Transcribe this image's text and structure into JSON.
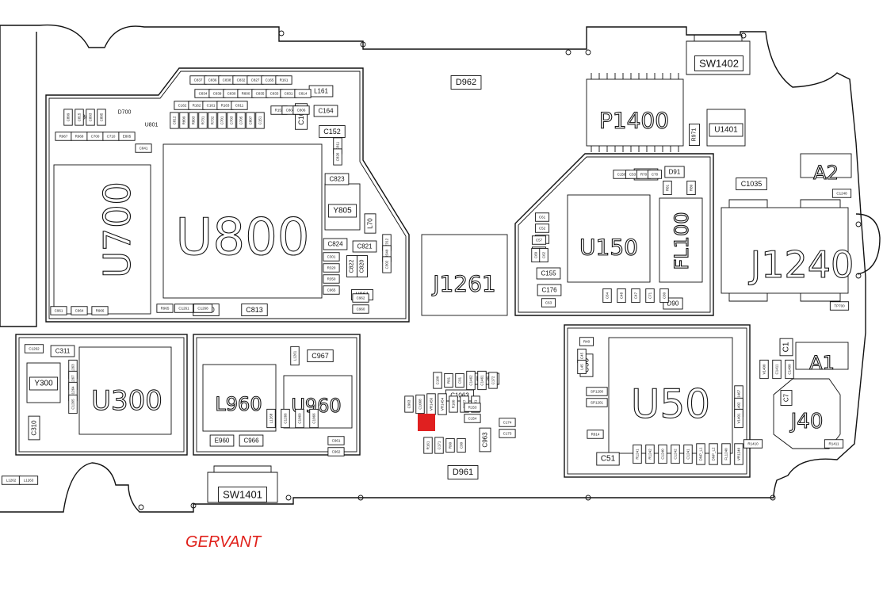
{
  "brand": "GERVANT",
  "accent_color": "#e02020",
  "major": {
    "U800": "U800",
    "U700": "U700",
    "U300": "U300",
    "U150": "U150",
    "U50": "U50",
    "J1240": "J1240",
    "J1261": "J1261",
    "P1400": "P1400",
    "L960": "L960",
    "U960": "U960",
    "A2": "A2",
    "A1": "A1",
    "J40": "J40",
    "FL100": "FL100"
  },
  "medium": {
    "SW1402": "SW1402",
    "SW1401": "SW1401",
    "D962": "D962",
    "D961": "D961",
    "U1401": "U1401",
    "Y805": "Y805",
    "Y300": "Y300",
    "U804": "U804",
    "U801": "U801",
    "C1035": "C1035",
    "C152": "C152",
    "C163": "C163",
    "C823": "C823",
    "C50": "C50",
    "C51": "C51",
    "C967": "C967",
    "C311": "C311",
    "C310": "C310",
    "C810": "C810",
    "C813": "C813",
    "C824": "C824",
    "C821": "C821",
    "C155": "C155",
    "C176": "C176",
    "C170": "C170",
    "D91": "D91",
    "D90": "D90",
    "C1063": "C1063",
    "L1260": "L1260",
    "C966": "C966",
    "E960": "E960",
    "C963": "C963",
    "L161": "L161",
    "C164": "C164",
    "L70": "L70",
    "U961": "U961",
    "C1": "C1",
    "C7": "C7",
    "R971": "R971",
    "C822": "C822",
    "C820": "C820",
    "D700": "D700"
  },
  "small": {
    "c_837": "C837",
    "c_836": "C836",
    "c_838": "C838",
    "c_832": "C832",
    "c_827": "C827",
    "c_165": "C165",
    "r_161": "R161",
    "c_834": "C834",
    "c_839": "C839",
    "c_830": "C830",
    "r_800": "R800",
    "c_835": "C835",
    "c_833": "C833",
    "c_831": "C831",
    "c_814": "C814",
    "c_162": "C162",
    "r_162": "R162",
    "c_161": "C161",
    "r_163": "R163",
    "c_811": "C811",
    "c_812": "C812",
    "r_809": "R809",
    "r_803": "R803",
    "r_731": "R731",
    "r_732": "R732",
    "c_701": "C701",
    "c_703": "C703",
    "c_705": "C705",
    "c_807": "C807",
    "c_151": "C151",
    "r_152": "R152",
    "c_804": "C804",
    "c_806": "C806",
    "c_809": "C809",
    "c_815": "C815",
    "c_803": "C803",
    "c_805": "C805",
    "r_967": "R967",
    "r_968": "R968",
    "c_700": "C700",
    "c_710": "C710",
    "e_805": "E805",
    "c_841": "C841",
    "c_811b": "C811",
    "c_826": "C826",
    "e_312": "E312",
    "r_340": "R340",
    "c_302": "C302",
    "c_301": "C301",
    "r_320": "R320",
    "r_350": "R350",
    "c_965": "C965",
    "c_962": "C962",
    "c_960": "C960",
    "c_961": "C961",
    "c_964": "C964",
    "r_966": "R966",
    "r_965": "R965",
    "c_1261": "C1261",
    "c_1268": "C1268",
    "c_1262": "C1262",
    "c_1263": "C1263",
    "c_1267": "C1267",
    "c_1264": "C1264",
    "c_1265": "C1265",
    "l_1262": "L1262",
    "l_1263": "L1263",
    "l_1261": "L1261",
    "l_1268": "L1268",
    "c_1266": "C1266",
    "c_1069": "C1069",
    "c_1066": "C1066",
    "c_961b": "C961",
    "c_962b": "C962",
    "c_963b": "C963",
    "c_1068": "C1068",
    "vr1456": "VR1456",
    "vr1454": "VR1454",
    "r_160": "R160",
    "c_177": "C177",
    "c_181": "C181",
    "c_180": "C180",
    "r_91": "R91",
    "c_91": "C91",
    "c_1462": "C1462",
    "c_1461": "C1461",
    "c_172": "C172",
    "r_153": "R153",
    "c_154": "C154",
    "r_161b": "R161",
    "c_171": "C171",
    "r_90": "R90",
    "c_90": "C90",
    "c_174": "C174",
    "c_173": "C173",
    "c_150": "C150",
    "c_53": "C53",
    "r_70": "R70",
    "c_70": "C70",
    "r_81": "R81",
    "r_80": "R80",
    "c_61": "C61",
    "c_52": "C52",
    "c_55": "C55",
    "c_57": "C57",
    "c_58": "C58",
    "c_60": "C60",
    "c_62": "C62",
    "c_63": "C63",
    "c_64": "C64",
    "c_48": "C48",
    "c_47": "C47",
    "c_71": "C71",
    "c_60b": "C60",
    "r_40": "R40",
    "c_45": "C45",
    "l_45": "L45",
    "sp1200": "SP1200",
    "sp1201": "SP1201",
    "r_814": "R814",
    "r_1241": "R1241",
    "r_1242": "R1242",
    "c_1240": "C1240",
    "c_1242": "C1242",
    "c_1241": "C1241",
    "dnp_l1": "DNP_L1",
    "dnp_l2": "DNP_L2",
    "fl1240": "FL1240",
    "vr1240": "VR1240",
    "vr1467": "VR1467",
    "v1402": "V1402",
    "v1401": "V1401",
    "v1400": "V1400",
    "c_1411": "C1411",
    "c_1400": "C1400",
    "r_1410": "R1410",
    "r_1411": "R1411",
    "tp700": "TP700",
    "c_1248": "C1248"
  }
}
